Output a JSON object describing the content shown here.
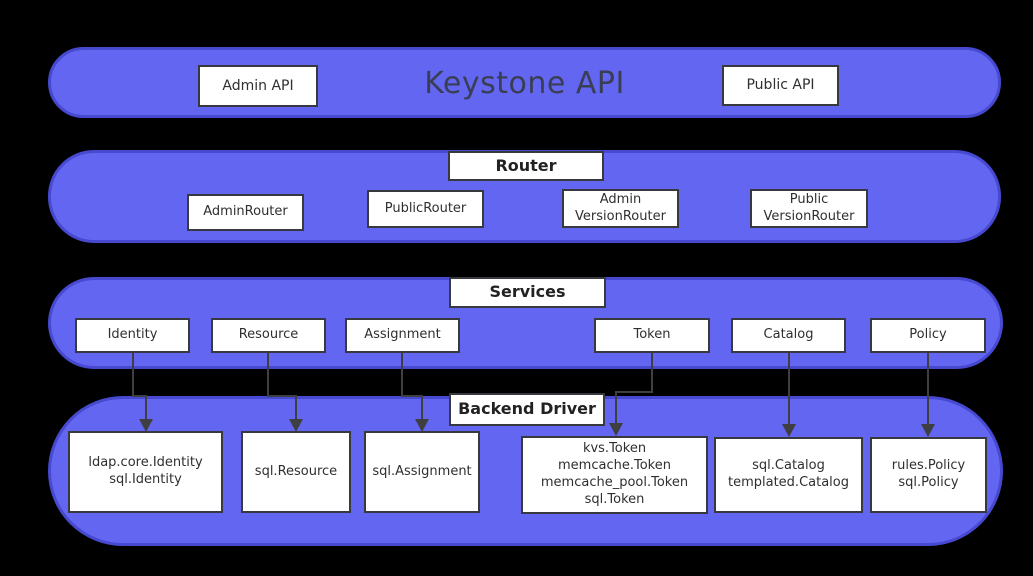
{
  "diagram_title": "Keystone API",
  "colors": {
    "background": "#000000",
    "band_fill": "#6366f0",
    "band_border": "#474ad0",
    "box_fill": "#ffffff",
    "box_border": "#38383f",
    "box_text": "#2f2f2f",
    "big_title_text": "#3a3e54",
    "connector": "#3f3f42"
  },
  "bands": [
    {
      "id": "api",
      "title": "Keystone API",
      "boxes": [
        {
          "label": "Admin API"
        },
        {
          "label": "Public API"
        }
      ]
    },
    {
      "id": "router",
      "title": "Router",
      "boxes": [
        {
          "label": "AdminRouter"
        },
        {
          "label": "PublicRouter"
        },
        {
          "label": "Admin\nVersionRouter"
        },
        {
          "label": "Public\nVersionRouter"
        }
      ]
    },
    {
      "id": "services",
      "title": "Services",
      "boxes": [
        {
          "label": "Identity"
        },
        {
          "label": "Resource"
        },
        {
          "label": "Assignment"
        },
        {
          "label": "Token"
        },
        {
          "label": "Catalog"
        },
        {
          "label": "Policy"
        }
      ]
    },
    {
      "id": "backend",
      "title": "Backend Driver",
      "boxes": [
        {
          "label": "ldap.core.Identity\nsql.Identity"
        },
        {
          "label": "sql.Resource"
        },
        {
          "label": "sql.Assignment"
        },
        {
          "label": "kvs.Token\nmemcache.Token\nmemcache_pool.Token\nsql.Token"
        },
        {
          "label": "sql.Catalog\ntemplated.Catalog"
        },
        {
          "label": "rules.Policy\nsql.Policy"
        }
      ]
    }
  ],
  "connectors": [
    {
      "from": "Identity",
      "to": "ldap.core.Identity / sql.Identity"
    },
    {
      "from": "Resource",
      "to": "sql.Resource"
    },
    {
      "from": "Assignment",
      "to": "sql.Assignment"
    },
    {
      "from": "Token",
      "to": "kvs.Token / memcache.Token / memcache_pool.Token / sql.Token"
    },
    {
      "from": "Catalog",
      "to": "sql.Catalog / templated.Catalog"
    },
    {
      "from": "Policy",
      "to": "rules.Policy / sql.Policy"
    }
  ]
}
